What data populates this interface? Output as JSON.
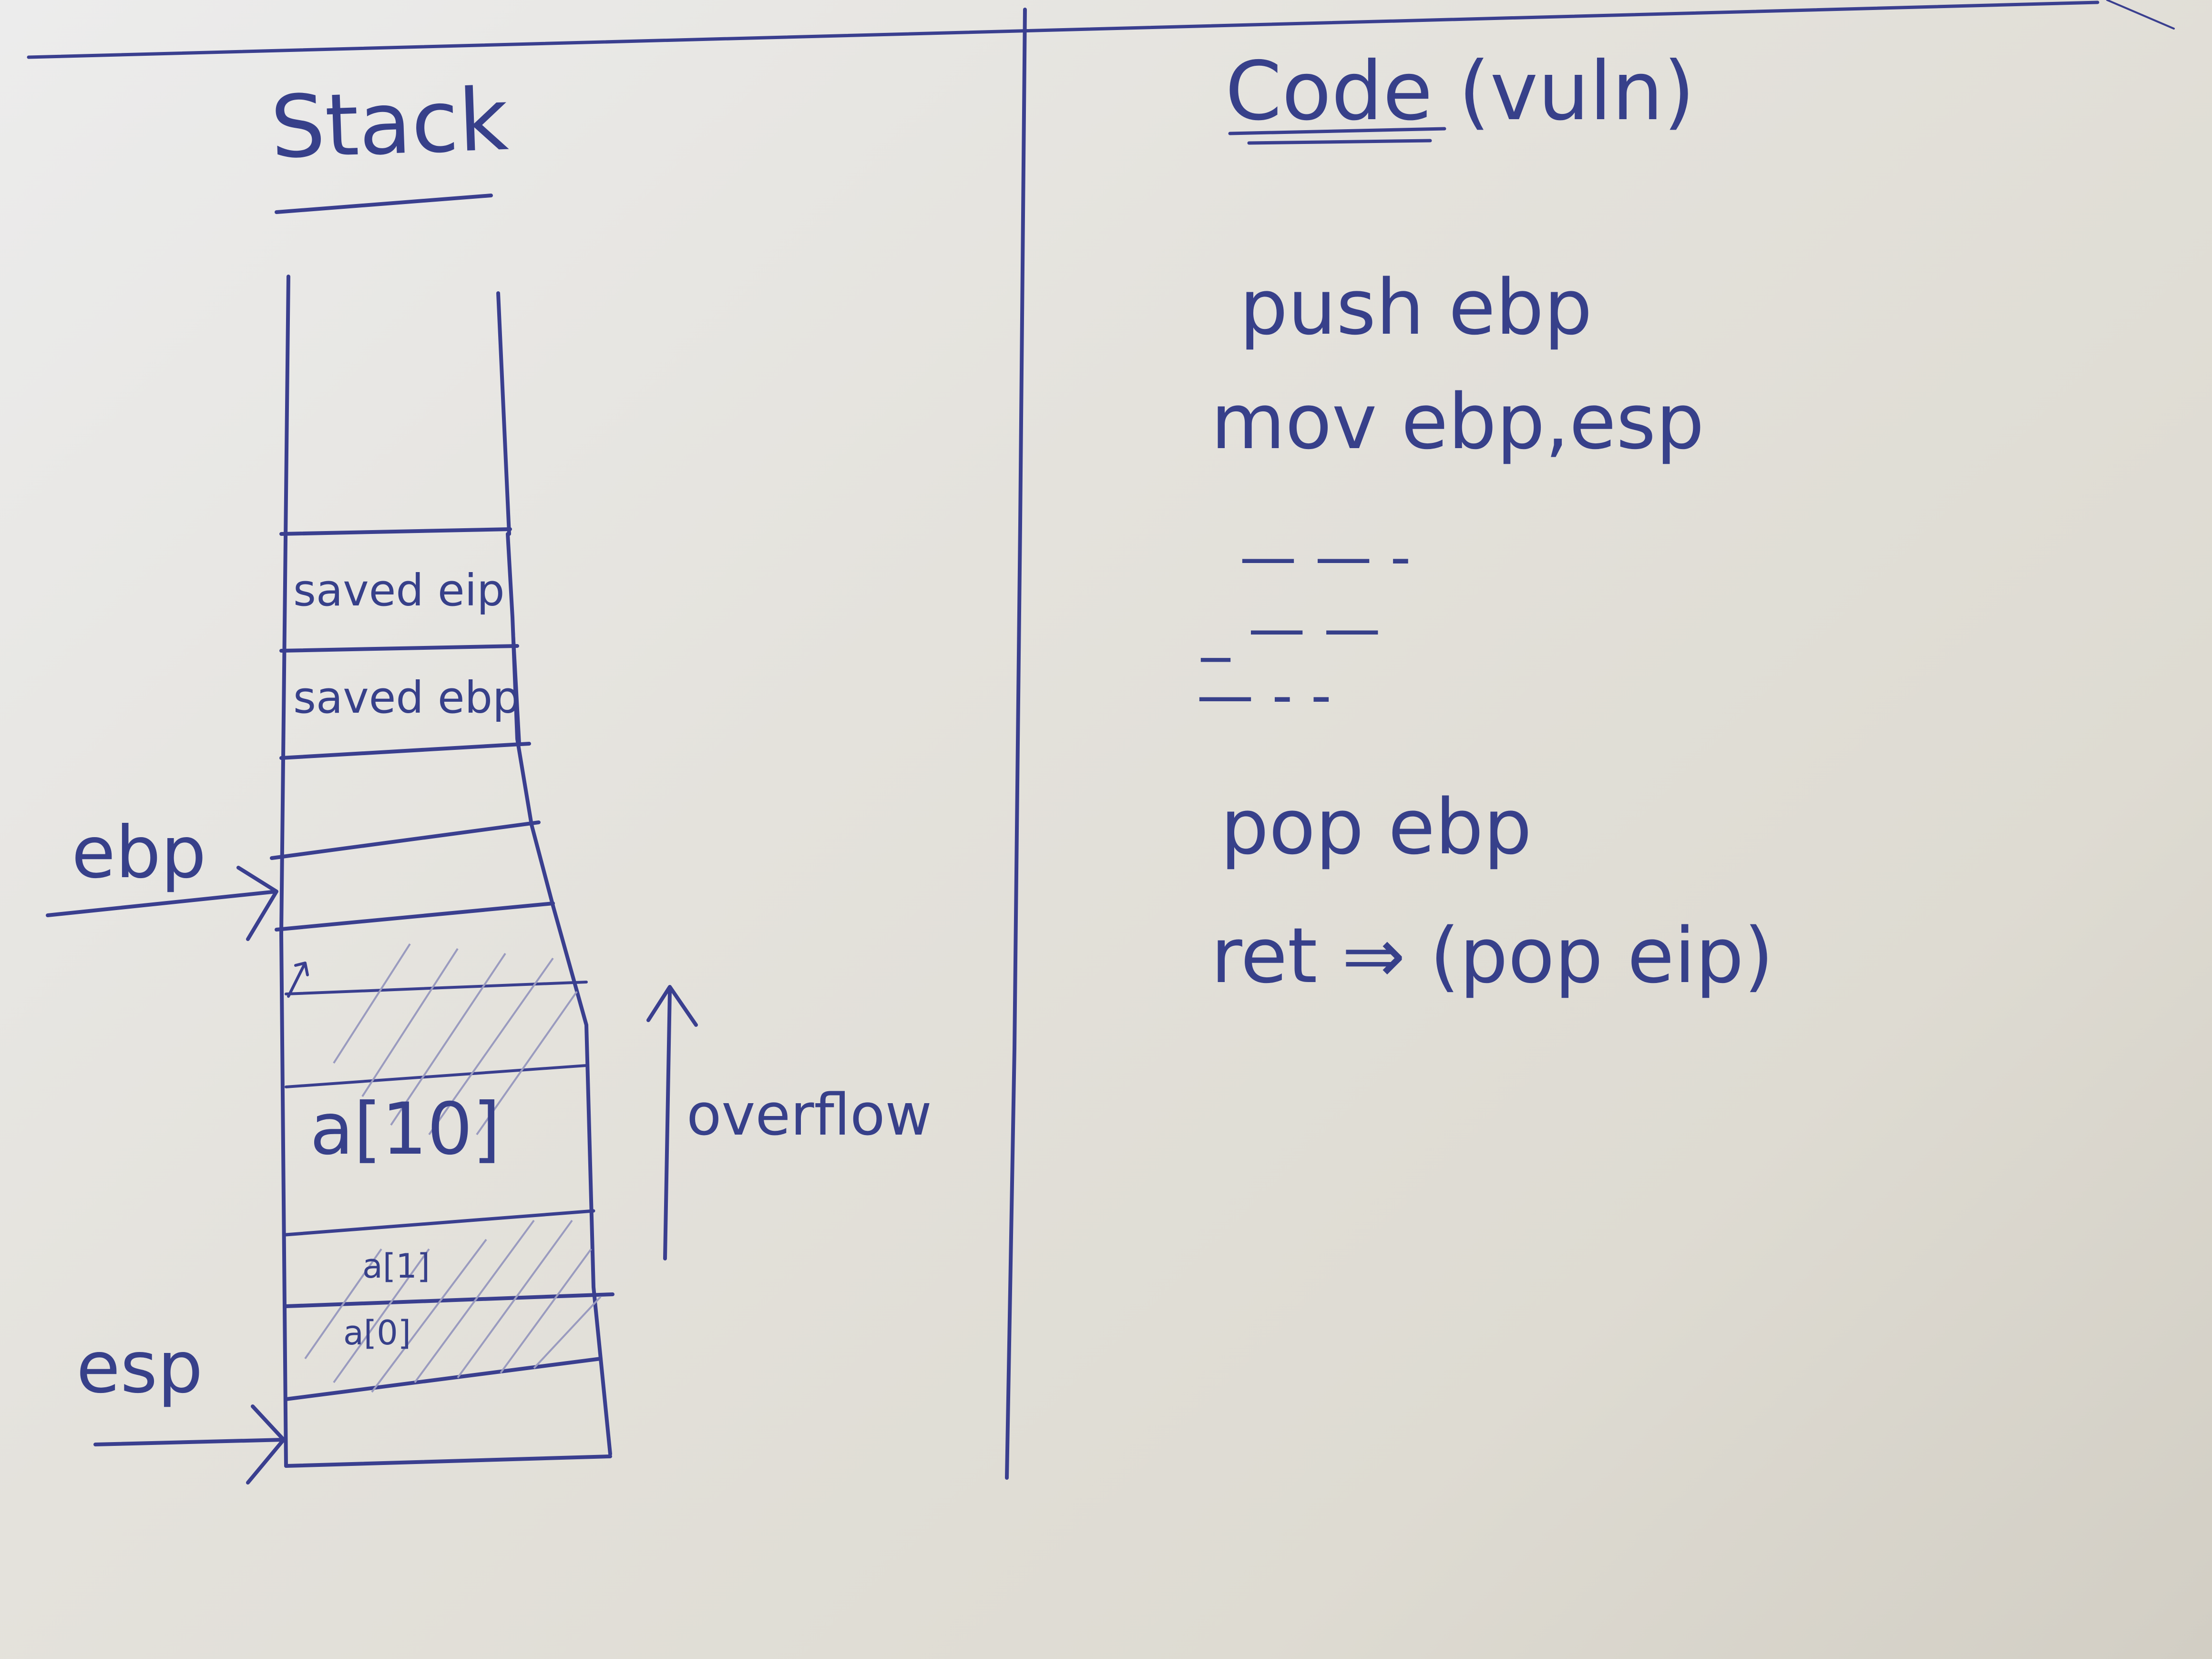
{
  "stack": {
    "title": "Stack",
    "cells": {
      "saved_eip": "saved eip",
      "saved_ebp": "saved ebp",
      "array": "a[10]",
      "a1": "a[1]",
      "a0": "a[0]"
    },
    "pointers": {
      "ebp": "ebp",
      "esp": "esp"
    },
    "overflow_label": "overflow"
  },
  "code": {
    "title": "Code (vuln)",
    "lines": [
      "push ebp",
      "mov ebp,esp",
      "pop ebp",
      "ret ⇒ (pop eip)"
    ],
    "placeholder_dashes": [
      "— — -",
      "_ — —",
      "— - -"
    ]
  },
  "colors": {
    "ink": "#3a3f8f",
    "paper": "#e6e4de"
  }
}
